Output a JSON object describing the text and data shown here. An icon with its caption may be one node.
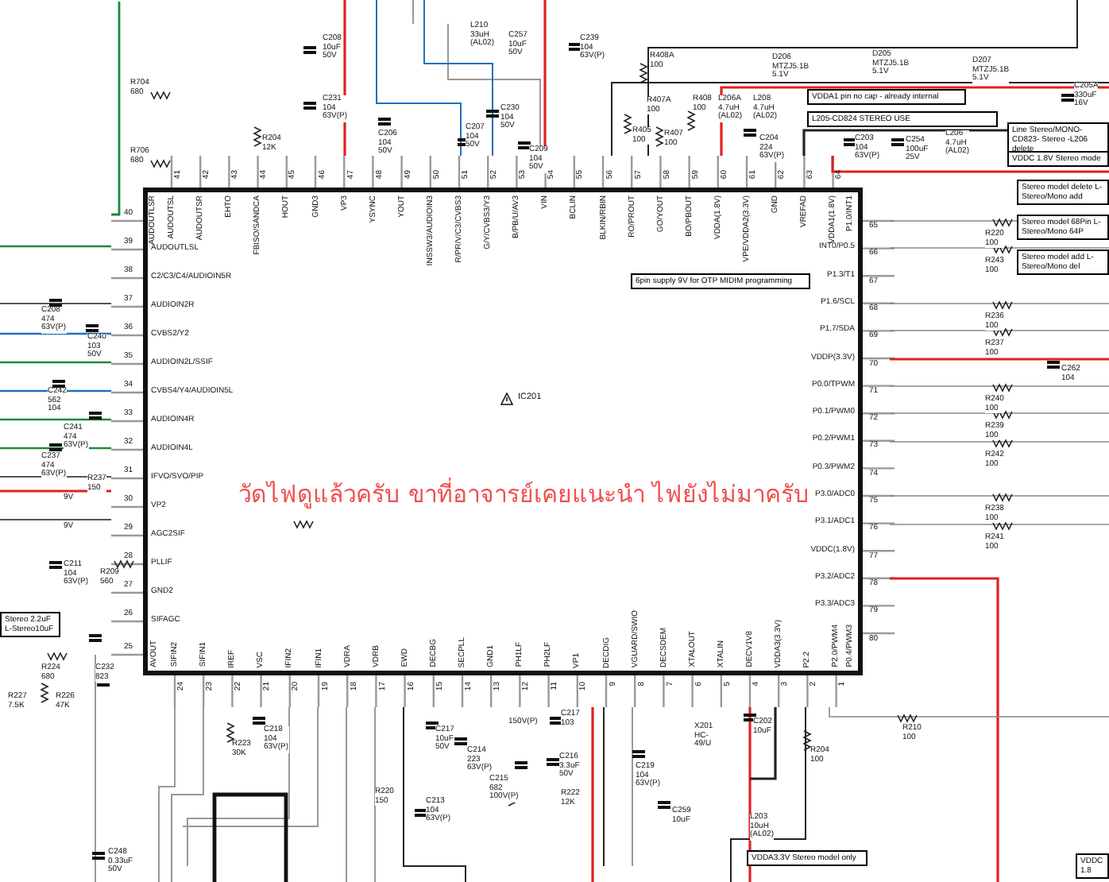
{
  "diagram": {
    "nodes": [
      {
        "text": [
          "IC201"
        ]
      },
      {
        "text": [
          "VDDA1 pin no cap - already internal"
        ]
      },
      {
        "text": [
          "L205-CD824 STEREO USE"
        ]
      },
      {
        "text": [
          "Line Stereo/MONO-CD823- Stereo -L206 delete"
        ]
      },
      {
        "text": [
          "VDDC 1.8V Stereo mode"
        ]
      },
      {
        "text": [
          "6pin supply 9V for OTP MIDIM programming"
        ],
        "in": 0
      },
      {
        "text": [
          "Stereo model delete L-Stereo/Mono add"
        ]
      },
      {
        "text": [
          "Stereo model 68Pin L-Stereo/Mono 64P"
        ]
      },
      {
        "text": [
          "Stereo model add L-Stereo/Mono del"
        ]
      },
      {
        "text": [
          "Stereo 2.2uF L-Stereo10uF"
        ]
      },
      {
        "text": [
          "VDDA3.3V Stereo model only"
        ]
      },
      {
        "text": [
          "VDDC 1.8"
        ]
      }
    ],
    "labels": [
      "1",
      "P2.0/PWM4",
      "2",
      "P2.2",
      "3",
      "VDDA3(3.3V)",
      "4",
      "DECV1V8",
      "5",
      "XTALIN",
      "6",
      "XTALOUT",
      "7",
      "DECSDEM",
      "8",
      "VGUARD/SWIO",
      "9",
      "DECDIG",
      "10",
      "VP1",
      "11",
      "PH2LF",
      "12",
      "PH1LF",
      "13",
      "GND1",
      "14",
      "SECPLL",
      "15",
      "DECBG",
      "16",
      "EWD",
      "17",
      "VDRB",
      "18",
      "VDRA",
      "19",
      "IFIN1",
      "20",
      "IFIN2",
      "21",
      "VSC",
      "22",
      "IREF",
      "23",
      "SIFIN1",
      "24",
      "SIFIN2",
      "25",
      "AVOUT",
      "26",
      "SIFAGC",
      "27",
      "GND2",
      "28",
      "PLLIF",
      "29",
      "AGC2SIF",
      "30",
      "VP2",
      "31",
      "IFVO/SVO/PIP",
      "32",
      "AUDIOIN4L",
      "33",
      "AUDIOIN4R",
      "34",
      "CVBS4/Y4/AUDIOIN5L",
      "35",
      "AUDIOIN2L/SSIF",
      "36",
      "CVBS2/Y2",
      "37",
      "AUDIOIN2R",
      "38",
      "C2/C3/C4/AUDIOIN5R",
      "39",
      "AUDOUTLSL",
      "40",
      "AUDOUTLSR",
      "41",
      "AUDOUTSL",
      "42",
      "AUDOUTSR",
      "43",
      "EHTO",
      "44",
      "FBISO/SANDCA",
      "45",
      "HOUT",
      "46",
      "GND3",
      "47",
      "VP3",
      "48",
      "YSYNC",
      "49",
      "YOUT",
      "50",
      "INSSW3/AUDIOIN3",
      "51",
      "R/PR/V/C3/CVBS3",
      "52",
      "G/Y/CVBS3/Y3",
      "53",
      "B/PB/U/AV3",
      "54",
      "VIN",
      "55",
      "BCLIN",
      "56",
      "BLKIN/RBIN",
      "57",
      "RO/PROUT",
      "58",
      "GO/YOUT",
      "59",
      "BO/PBOUT",
      "60",
      "VDDA(1.8V)",
      "61",
      "VPE/VDDA2(3.3V)",
      "62",
      "GND",
      "63",
      "VREFAD",
      "64",
      "VDDA1(1.8V)",
      "65",
      "P1.0/INT1",
      "66",
      "INT0/P0.5",
      "67",
      "P1.3/T1",
      "68",
      "P1.6/SCL",
      "69",
      "P1.7/SDA",
      "70",
      "VDDP(3.3V)",
      "71",
      "P0.0/TPWM",
      "72",
      "P0.1/PWM0",
      "73",
      "P0.2/PWM1",
      "74",
      "P0.3/PWM2",
      "75",
      "P3.0/ADC0",
      "76",
      "P3.1/ADC1",
      "77",
      "VDDC(1.8V)",
      "78",
      "P3.2/ADC2",
      "79",
      "P3.3/ADC3",
      "80",
      "P0.4/PWM3",
      "วัดไฟดูแล้วครับ ขาที่อาจารย์เคยแนะนำ ไฟยังไม่มาครับ",
      "R704 680",
      "R706 680",
      "C208 10uF 50V",
      "C231 104 63V(P)",
      "R204 12K",
      "C206 104 50V",
      "C207 104 50V",
      "C230 104 50V",
      "C209 104 50V",
      "L210 33uH (AL02)",
      "C257 10uF 50V",
      "C239 104 63V(P)",
      "R408A 100",
      "R405 100",
      "R407A 100",
      "R407 100",
      "R408 100",
      "D206 MTZJ5.1B 5.1V",
      "D205 MTZJ5.1B 5.1V",
      "D207 MTZJ5.1B 5.1V",
      "L206A 4.7uH (AL02)",
      "L208 4.7uH (AL02)",
      "C204 224 63V(P)",
      "C203 104 63V(P)",
      "C254 100uF 25V",
      "L206 4.7uH (AL02)",
      "C205A 330uF 16V",
      "R220 100",
      "R243 100",
      "R236 100",
      "R237 100",
      "C262 104",
      "R240 100",
      "R239 100",
      "R242 100",
      "R238 100",
      "R241 100",
      "C208 474 63V(P)",
      "C240 103 50V",
      "C242 562 104",
      "C241 474 63V(P)",
      "C237 474 63V(P)",
      "R237 150",
      "9V",
      "9V",
      "C211 104 63V(P)",
      "R209 560",
      "R224 680",
      "C232 823",
      "R227 7.5K",
      "R226 47K",
      "R223 30K",
      "C218 104 63V(P)",
      "C217 10uF 50V",
      "C214 223 63V(P)",
      "R220 150",
      "C213 104 63V(P)",
      "C215 682 100V(P)",
      "150V(P)",
      "C216 3.3uF 50V",
      "R222 12K",
      "C217 103",
      "C219 104 63V(P)",
      "C259 10uF",
      "X201 HC-49/U",
      "C202 10uF",
      "L203 10uH (AL02)",
      "R204 100",
      "R210 100",
      "C248 0.33uF 50V"
    ]
  }
}
